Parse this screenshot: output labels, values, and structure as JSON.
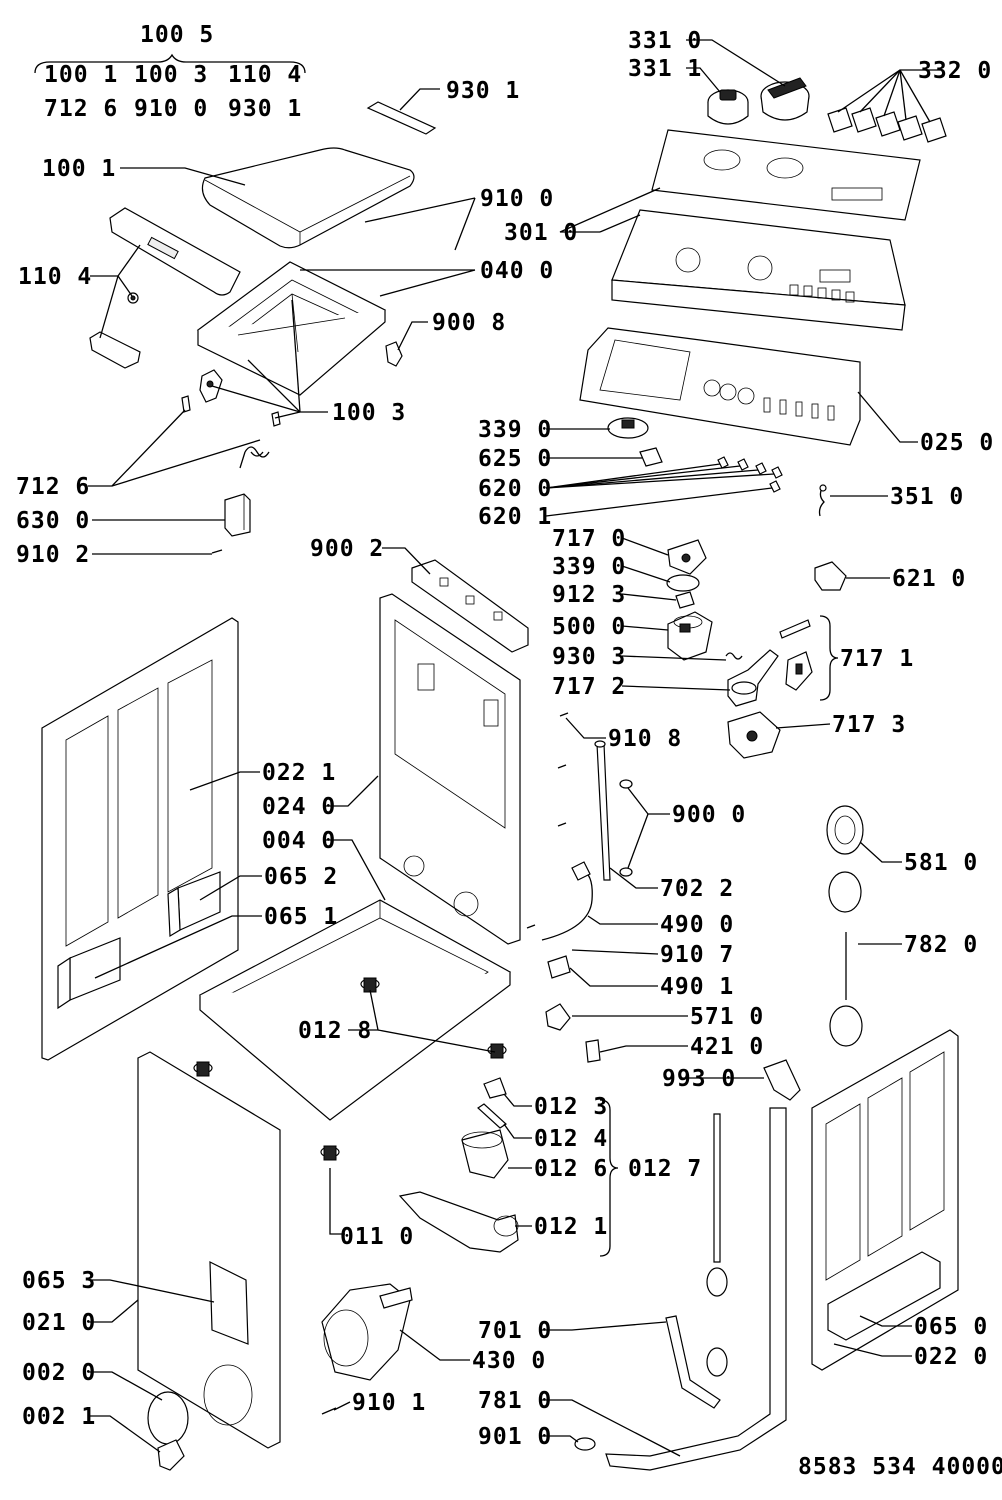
{
  "diagram": {
    "callouts": [
      {
        "id": "l1005a",
        "text": "100 5"
      },
      {
        "id": "l1001a",
        "text": "100 1"
      },
      {
        "id": "l1003a",
        "text": "100 3"
      },
      {
        "id": "l1104a",
        "text": "110 4"
      },
      {
        "id": "l7126a",
        "text": "712 6"
      },
      {
        "id": "l9100a",
        "text": "910 0"
      },
      {
        "id": "l9301a",
        "text": "930 1"
      },
      {
        "id": "l9301b",
        "text": "930 1"
      },
      {
        "id": "l1001b",
        "text": "100 1"
      },
      {
        "id": "l9100b",
        "text": "910 0"
      },
      {
        "id": "l3010",
        "text": "301 0"
      },
      {
        "id": "l1104b",
        "text": "110 4"
      },
      {
        "id": "l0400",
        "text": "040 0"
      },
      {
        "id": "l9008",
        "text": "900 8"
      },
      {
        "id": "l1003b",
        "text": "100 3"
      },
      {
        "id": "l7126b",
        "text": "712 6"
      },
      {
        "id": "l6300",
        "text": "630 0"
      },
      {
        "id": "l9102",
        "text": "910 2"
      },
      {
        "id": "l3310",
        "text": "331 0"
      },
      {
        "id": "l3311",
        "text": "331 1"
      },
      {
        "id": "l3320",
        "text": "332 0"
      },
      {
        "id": "l0250",
        "text": "025 0"
      },
      {
        "id": "l3390a",
        "text": "339 0"
      },
      {
        "id": "l6250",
        "text": "625 0"
      },
      {
        "id": "l6200",
        "text": "620 0"
      },
      {
        "id": "l6201",
        "text": "620 1"
      },
      {
        "id": "l3510",
        "text": "351 0"
      },
      {
        "id": "l9002",
        "text": "900 2"
      },
      {
        "id": "l7170",
        "text": "717 0"
      },
      {
        "id": "l3390b",
        "text": "339 0"
      },
      {
        "id": "l9123",
        "text": "912 3"
      },
      {
        "id": "l5000",
        "text": "500 0"
      },
      {
        "id": "l9303",
        "text": "930 3"
      },
      {
        "id": "l7172",
        "text": "717 2"
      },
      {
        "id": "l6210",
        "text": "621 0"
      },
      {
        "id": "l7171",
        "text": "717 1"
      },
      {
        "id": "l7173",
        "text": "717 3"
      },
      {
        "id": "l9108",
        "text": "910 8"
      },
      {
        "id": "l0221",
        "text": "022 1"
      },
      {
        "id": "l0240",
        "text": "024 0"
      },
      {
        "id": "l0040",
        "text": "004 0"
      },
      {
        "id": "l0652",
        "text": "065 2"
      },
      {
        "id": "l0651",
        "text": "065 1"
      },
      {
        "id": "l9000",
        "text": "900 0"
      },
      {
        "id": "l5810",
        "text": "581 0"
      },
      {
        "id": "l7022",
        "text": "702 2"
      },
      {
        "id": "l4900",
        "text": "490 0"
      },
      {
        "id": "l9107",
        "text": "910 7"
      },
      {
        "id": "l4901",
        "text": "490 1"
      },
      {
        "id": "l7820",
        "text": "782 0"
      },
      {
        "id": "l0128",
        "text": "012 8"
      },
      {
        "id": "l5710",
        "text": "571 0"
      },
      {
        "id": "l4210",
        "text": "421 0"
      },
      {
        "id": "l9930",
        "text": "993 0"
      },
      {
        "id": "l0123",
        "text": "012 3"
      },
      {
        "id": "l0124",
        "text": "012 4"
      },
      {
        "id": "l0126",
        "text": "012 6"
      },
      {
        "id": "l0127",
        "text": "012 7"
      },
      {
        "id": "l0121",
        "text": "012 1"
      },
      {
        "id": "l0110",
        "text": "011 0"
      },
      {
        "id": "l0653",
        "text": "065 3"
      },
      {
        "id": "l0210",
        "text": "021 0"
      },
      {
        "id": "l0020",
        "text": "002 0"
      },
      {
        "id": "l0021",
        "text": "002 1"
      },
      {
        "id": "l4300",
        "text": "430 0"
      },
      {
        "id": "l9101",
        "text": "910 1"
      },
      {
        "id": "l7010",
        "text": "701 0"
      },
      {
        "id": "l7810",
        "text": "781 0"
      },
      {
        "id": "l9010",
        "text": "901 0"
      },
      {
        "id": "l0650",
        "text": "065 0"
      },
      {
        "id": "l0220",
        "text": "022 0"
      }
    ],
    "drawing_number": "8583 534 40000"
  }
}
